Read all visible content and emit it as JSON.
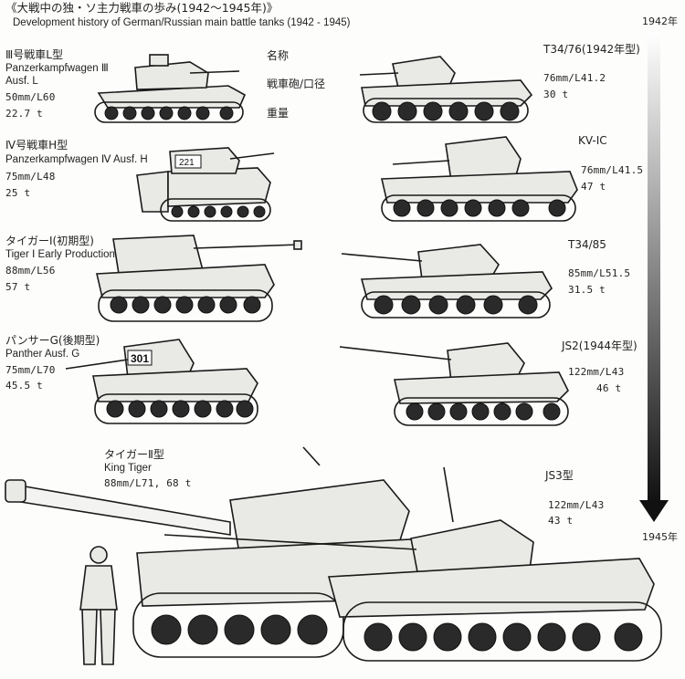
{
  "header": {
    "title_jp": "《大戦中の独・ソ主力戦車の歩み(1942〜1945年)》",
    "title_en": "Development history of German/Russian main battle tanks (1942 - 1945)"
  },
  "legend": {
    "name": "名称",
    "gun": "戦車砲/口径",
    "weight": "重量"
  },
  "timeline": {
    "start": "1942年",
    "end": "1945年"
  },
  "german": [
    {
      "jp": "Ⅲ号戦車L型",
      "en1": "Panzerkampfwagen Ⅲ",
      "en2": "Ausf. L",
      "gun": "50mm/L60",
      "weight": "22.7 t"
    },
    {
      "jp": "Ⅳ号戦車H型",
      "en1": "Panzerkampfwagen Ⅳ Ausf. H",
      "gun": "75mm/L48",
      "weight": "25 t",
      "hull_number": "221"
    },
    {
      "jp": "タイガーⅠ(初期型)",
      "en1": "Tiger Ⅰ Early Production",
      "gun": "88mm/L56",
      "weight": "57 t"
    },
    {
      "jp": "パンサーG(後期型)",
      "en1": "Panther Ausf. G",
      "gun": "75mm/L70",
      "weight": "45.5 t",
      "hull_number": "301"
    }
  ],
  "soviet": [
    {
      "name": "T34/76(1942年型)",
      "gun": "76mm/L41.2",
      "weight": "30 t"
    },
    {
      "name": "KV-IC",
      "gun": "76mm/L41.5",
      "weight": "47 t"
    },
    {
      "name": "T34/85",
      "gun": "85mm/L51.5",
      "weight": "31.5 t"
    },
    {
      "name": "JS2(1944年型)",
      "gun": "122mm/L43",
      "weight": "46 t"
    }
  ],
  "king_tiger": {
    "jp": "タイガーⅡ型",
    "en": "King Tiger",
    "specs": "88mm/L71, 68 t"
  },
  "js3": {
    "name": "JS3型",
    "gun": "122mm/L43",
    "weight": "43 t"
  }
}
